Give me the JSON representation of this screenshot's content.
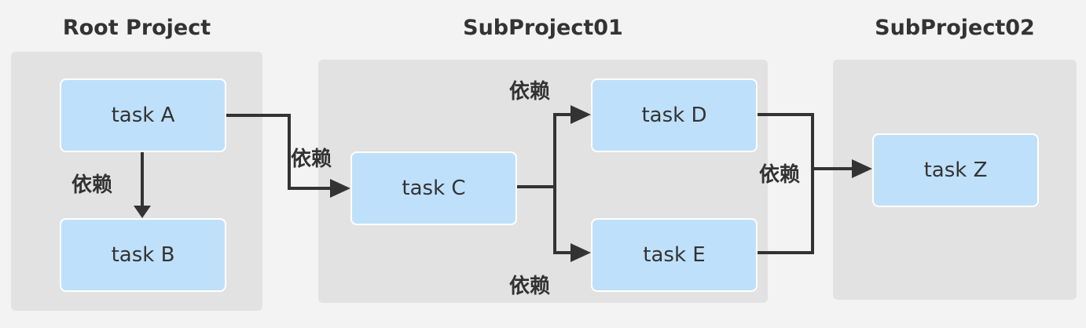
{
  "groups": {
    "root": {
      "title": "Root Project"
    },
    "sub01": {
      "title": "SubProject01"
    },
    "sub02": {
      "title": "SubProject02"
    }
  },
  "tasks": {
    "a": "task A",
    "b": "task B",
    "c": "task C",
    "d": "task D",
    "e": "task E",
    "z": "task Z"
  },
  "edges": [
    {
      "from": "task A",
      "to": "task B",
      "label": "依赖"
    },
    {
      "from": "task A",
      "to": "task C",
      "label": "依赖"
    },
    {
      "from": "task C",
      "to": "task D",
      "label": "依赖"
    },
    {
      "from": "task C",
      "to": "task E",
      "label": "依赖"
    },
    {
      "from": "task D",
      "to": "task Z",
      "label": "依赖"
    },
    {
      "from": "task E",
      "to": "task Z",
      "label": "依赖"
    }
  ],
  "colors": {
    "background": "#f3f3f3",
    "group_fill": "#e2e2e2",
    "task_fill": "#bfe0fb",
    "arrow": "#333333"
  }
}
